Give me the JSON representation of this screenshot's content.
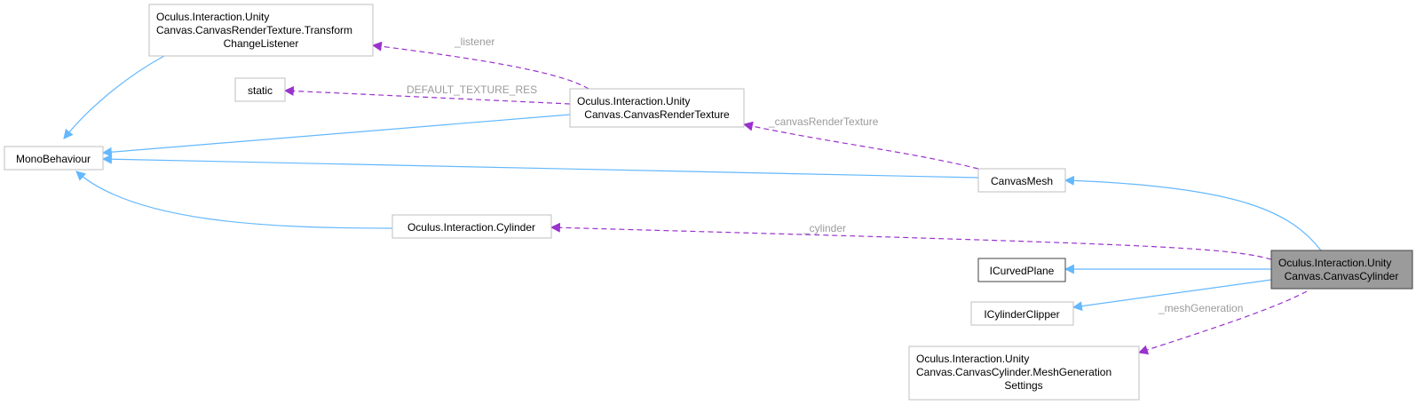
{
  "nodes": {
    "transform_listener": [
      "Oculus.Interaction.Unity",
      "Canvas.CanvasRenderTexture.Transform",
      "ChangeListener"
    ],
    "static": [
      "static"
    ],
    "monobehaviour": [
      "MonoBehaviour"
    ],
    "canvas_render_texture": [
      "Oculus.Interaction.Unity",
      "Canvas.CanvasRenderTexture"
    ],
    "canvas_mesh": [
      "CanvasMesh"
    ],
    "cylinder": [
      "Oculus.Interaction.Cylinder"
    ],
    "canvas_cylinder": [
      "Oculus.Interaction.Unity",
      "Canvas.CanvasCylinder"
    ],
    "icurved_plane": [
      "ICurvedPlane"
    ],
    "icylinder_clipper": [
      "ICylinderClipper"
    ],
    "mesh_generation_settings": [
      "Oculus.Interaction.Unity",
      "Canvas.CanvasCylinder.MeshGeneration",
      "Settings"
    ]
  },
  "edge_labels": {
    "listener": "_listener",
    "default_texture_res": "DEFAULT_TEXTURE_RES",
    "canvas_render_texture": "_canvasRenderTexture",
    "cylinder": "_cylinder",
    "mesh_generation": "_meshGeneration"
  },
  "colors": {
    "inheritance": "#63b8ff",
    "usage": "#9a32cd",
    "focus_fill": "#9b9b9b"
  }
}
